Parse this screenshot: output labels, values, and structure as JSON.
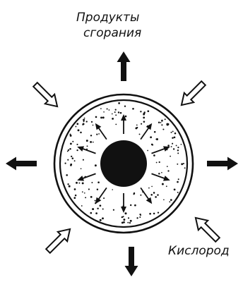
{
  "labels": {
    "products_line1": "Продукты",
    "products_line2": "сгорания",
    "oxygen": "Кислород"
  },
  "colors": {
    "ink": "#111111",
    "background": "#ffffff"
  },
  "icons": {
    "outflow_arrow": "solid-arrow-icon",
    "inflow_arrow": "hollow-arrow-icon",
    "inner_arrow": "small-arrow-icon"
  }
}
